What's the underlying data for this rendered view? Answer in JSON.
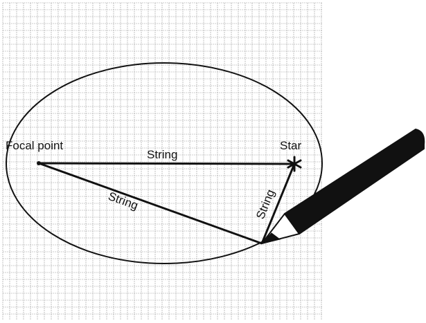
{
  "labels": {
    "focal_point": "Focal point",
    "star": "Star",
    "string_top": "String",
    "string_lower": "String",
    "string_right": "String"
  },
  "colors": {
    "grid": "#9a9a9a",
    "ink": "#111111",
    "paper": "#ffffff"
  },
  "icons": {
    "star": "asterisk-star-marker",
    "pencil": "pencil-icon"
  }
}
